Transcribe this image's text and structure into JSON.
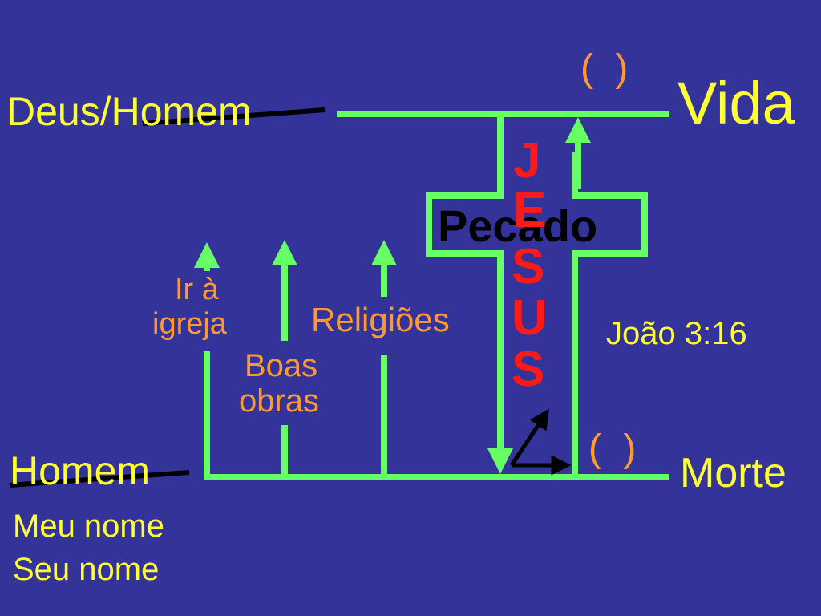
{
  "colors": {
    "background": "#333399",
    "line": "#66ff66",
    "label_main": "#ffff33",
    "label_path": "#ff9933",
    "name": "#ff1a1a",
    "strike": "#000000"
  },
  "labels": {
    "top_left": "Deus/Homem",
    "top_right": "Vida",
    "bottom_left": "Homem",
    "bottom_right": "Morte",
    "names": [
      "Meu nome",
      "Seu nome"
    ],
    "verse": "João 3:16",
    "sin": "Pecado",
    "top_parens": "( )",
    "bottom_parens": "( )"
  },
  "paths": [
    {
      "label_lines": [
        "Ir à",
        "igreja"
      ]
    },
    {
      "label_lines": [
        "Boas",
        "obras"
      ]
    },
    {
      "label_lines": [
        "Religiões"
      ]
    }
  ],
  "jesus_letters": [
    "J",
    "E",
    "S",
    "U",
    "S"
  ]
}
